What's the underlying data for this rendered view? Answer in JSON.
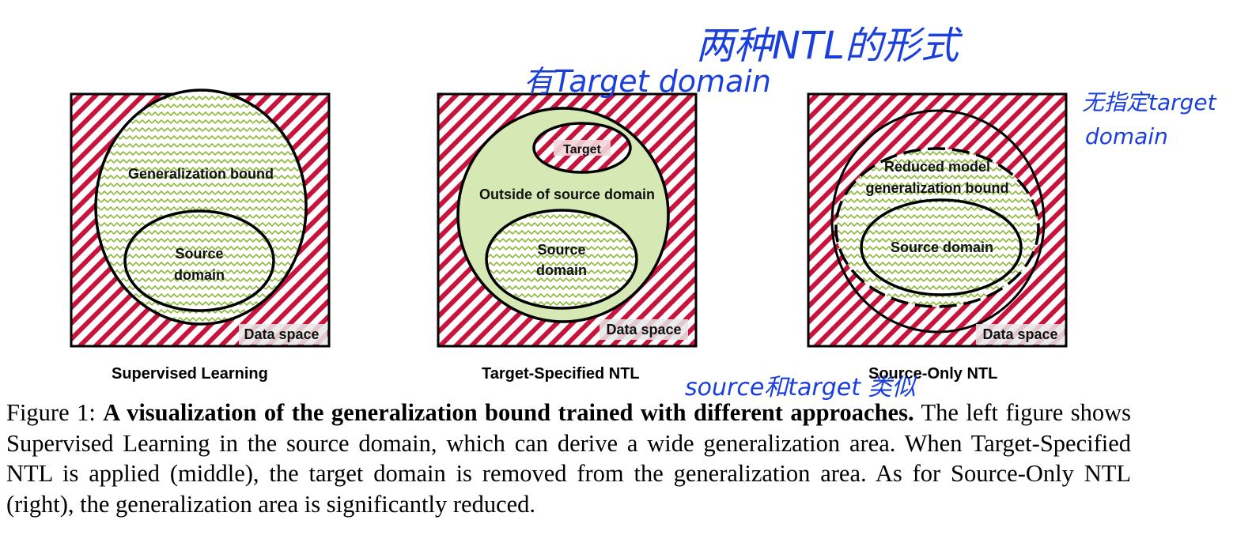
{
  "panels": [
    {
      "name": "Supervised Learning",
      "data_space_label": "Data space",
      "outer_label": "Generalization bound",
      "inner_label_lines": [
        "Source",
        "domain"
      ]
    },
    {
      "name": "Target-Specified NTL",
      "data_space_label": "Data space",
      "target_label": "Target",
      "outer_label": "Outside of source domain",
      "inner_label_lines": [
        "Source",
        "domain"
      ]
    },
    {
      "name": "Source-Only NTL",
      "data_space_label": "Data space",
      "outer_label_lines": [
        "Reduced model",
        "generalization bound"
      ],
      "inner_label": "Source domain"
    }
  ],
  "caption": {
    "prefix": "Figure 1:",
    "bold": "A visualization of the generalization bound trained with different approaches.",
    "body": "The left figure shows Supervised Learning in the source domain, which can derive a wide generalization area. When Target-Specified NTL is applied (middle), the target domain is removed from the generalization area. As for Source-Only NTL (right), the generalization area is significantly reduced."
  },
  "annotations": {
    "top_title": "两种NTL的形式",
    "middle_note": "有Target domain",
    "right_note_lines": [
      "无指定target",
      "domain"
    ],
    "bottom_note": "source和target 类似"
  },
  "colors": {
    "stripe_red": "#c8143c",
    "bound_green": "#d6e8b4",
    "squiggle_green": "#8fb83a",
    "ink_blue": "#1a3fdc"
  }
}
